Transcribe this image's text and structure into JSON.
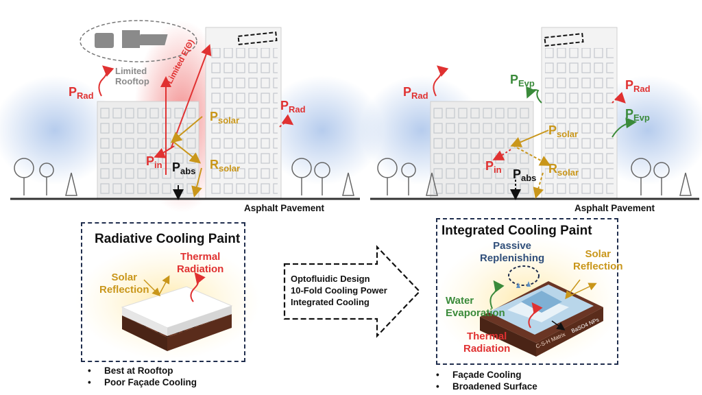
{
  "left_scene": {
    "rooftop_note": [
      "Limited",
      "Rooftop"
    ],
    "limited_e": "Limited E(Θ)",
    "p_rad_left": {
      "main": "P",
      "sub": "Rad"
    },
    "p_rad_right": {
      "main": "P",
      "sub": "Rad"
    },
    "p_solar": {
      "main": "P",
      "sub": "solar"
    },
    "p_in": {
      "main": "P",
      "sub": "in"
    },
    "p_abs": {
      "main": "P",
      "sub": "abs"
    },
    "r_solar": {
      "main": "R",
      "sub": "solar"
    },
    "ground_label": "Asphalt Pavement"
  },
  "right_scene": {
    "p_rad_left": {
      "main": "P",
      "sub": "Rad"
    },
    "p_evp_left": {
      "main": "P",
      "sub": "Evp"
    },
    "p_rad_right": {
      "main": "P",
      "sub": "Rad"
    },
    "p_evp_right": {
      "main": "P",
      "sub": "Evp"
    },
    "p_solar": {
      "main": "P",
      "sub": "solar"
    },
    "p_in": {
      "main": "P",
      "sub": "in"
    },
    "p_abs": {
      "main": "P",
      "sub": "abs"
    },
    "r_solar": {
      "main": "R",
      "sub": "solar"
    },
    "ground_label": "Asphalt Pavement"
  },
  "left_panel": {
    "title": "Radiative Cooling Paint",
    "solar_reflection": [
      "Solar",
      "Reflection"
    ],
    "thermal_radiation": [
      "Thermal",
      "Radiation"
    ],
    "bullets": [
      "Best at Rooftop",
      "Poor Façade Cooling"
    ]
  },
  "center_arrow": {
    "lines": [
      "Optofluidic Design",
      "10-Fold Cooling Power",
      "Integrated Cooling"
    ]
  },
  "right_panel": {
    "title": "Integrated Cooling Paint",
    "passive": [
      "Passive",
      "Replenishing"
    ],
    "solar_reflection": [
      "Solar",
      "Reflection"
    ],
    "water_evaporation": [
      "Water",
      "Evaporation"
    ],
    "thermal_radiation": [
      "Thermal",
      "Radiation"
    ],
    "matrix_label": "C-S-H Matrix",
    "nps_label": "BaSO4 NPs",
    "bullets": [
      "Façade Cooling",
      "Broadened Surface"
    ]
  },
  "colors": {
    "red": "#e03131",
    "gold": "#c9961a",
    "green": "#3a8a3a",
    "navy": "#2f4e7a"
  }
}
